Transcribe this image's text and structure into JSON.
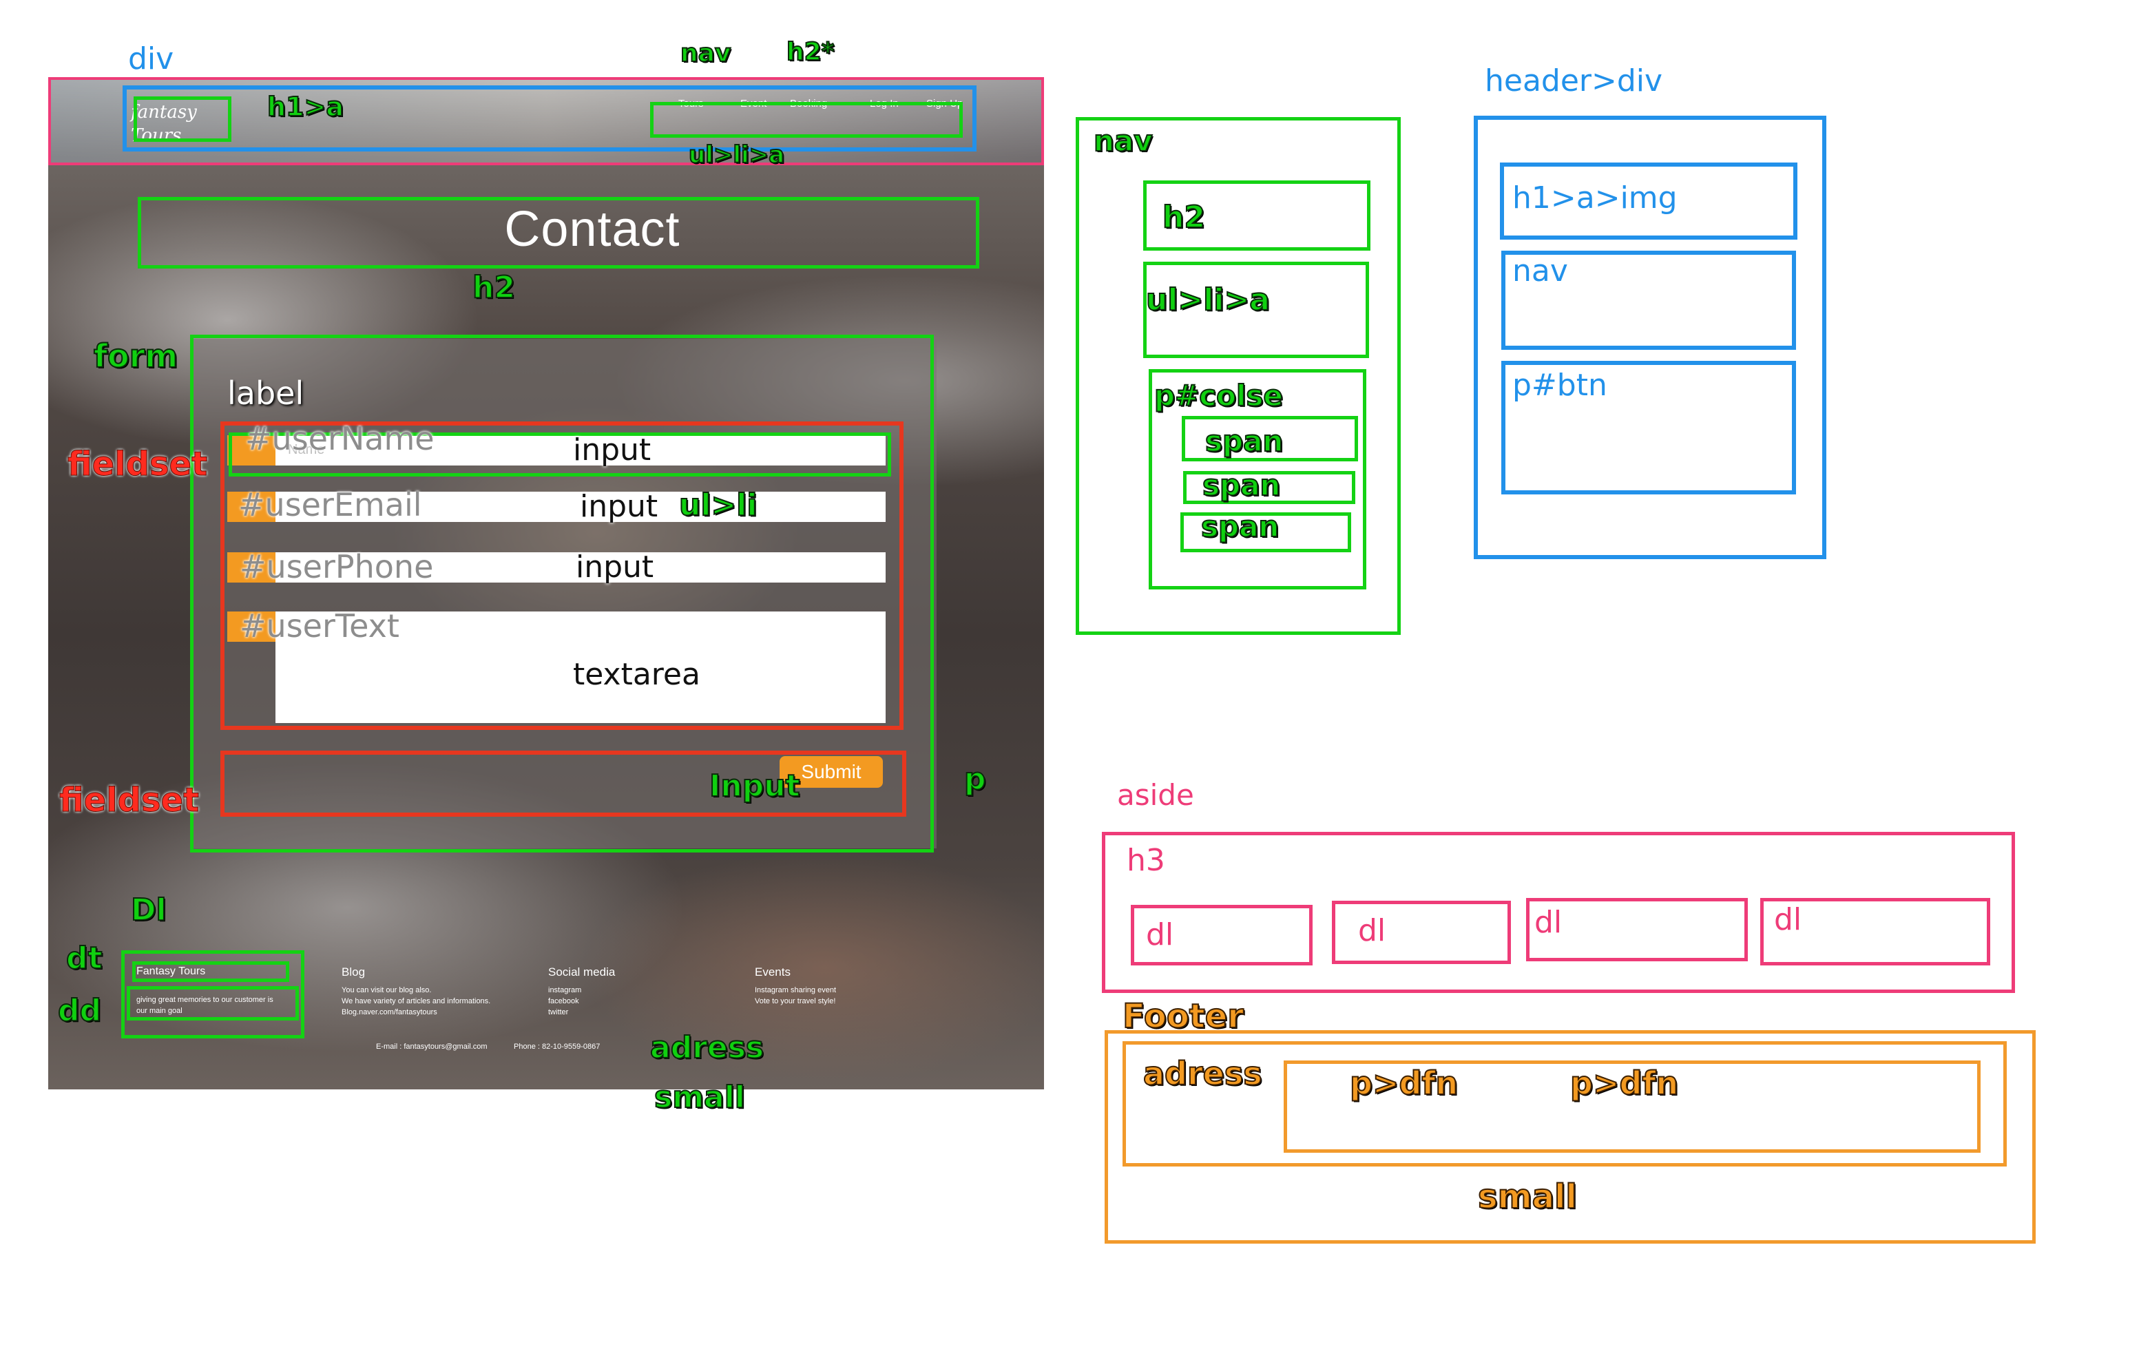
{
  "mockup": {
    "logo": [
      "fantasy",
      "Tours"
    ],
    "nav_items": [
      "Tours",
      "Event",
      "Booking",
      "Log In",
      "Sign Up"
    ],
    "page_title": "Contact",
    "name_placeholder": "Name",
    "submit_label": "Submit",
    "footer": {
      "brand": "Fantasy Tours",
      "brand_text": [
        "giving great memories to our customer is",
        "our main goal"
      ],
      "columns": [
        {
          "title": "Blog",
          "lines": [
            "You can visit our blog also.",
            "We have variety of articles and informations.",
            "Blog.naver.com/fantasytours"
          ]
        },
        {
          "title": "Social media",
          "lines": [
            "instagram",
            "facebook",
            "twitter"
          ]
        },
        {
          "title": "Events",
          "lines": [
            "Instagram sharing event",
            "Vote to your travel style!"
          ]
        }
      ],
      "email": "E-mail : fantasytours@gmail.com",
      "phone": "Phone : 82-10-9559-0867"
    }
  },
  "annotations": {
    "div": "div",
    "nav": "nav",
    "h2_star": "h2*",
    "h1_a": "h1>a",
    "ul_li_a": "ul>li>a",
    "h2": "h2",
    "form": "form",
    "label": "label",
    "fieldset_1": "fieldset",
    "user_name": "#userName",
    "user_email": "#userEmail",
    "user_phone": "#userPhone",
    "user_text": "#userText",
    "input": "input",
    "ul_li": "ul>li",
    "textarea": "textarea",
    "fieldset_2": "fieldset",
    "input_upper": "Input",
    "p": "p",
    "dl_upper": "Dl",
    "dt": "dt",
    "dd": "dd",
    "adress": "adress",
    "small": "small"
  },
  "panels": {
    "nav_panel": {
      "title": "nav",
      "h2": "h2",
      "ul_li_a": "ul>li>a",
      "p_colse": "p#colse",
      "spans": [
        "span",
        "span",
        "span"
      ]
    },
    "header_panel": {
      "title": "header>div",
      "h1_a_img": "h1>a>img",
      "nav": "nav",
      "p_btn": "p#btn"
    },
    "aside_panel": {
      "title": "aside",
      "h3": "h3",
      "dls": [
        "dl",
        "dl",
        "dl",
        "dl"
      ]
    },
    "footer_panel": {
      "title": "Footer",
      "adress": "adress",
      "p_dfn": [
        "p>dfn",
        "p>dfn"
      ],
      "small": "small"
    }
  },
  "colors": {
    "green": "#14d214",
    "blue": "#2291ea",
    "pink": "#ee3c78",
    "red": "#e7371f",
    "orange": "#f29a2c",
    "accent": "#f39a21"
  }
}
